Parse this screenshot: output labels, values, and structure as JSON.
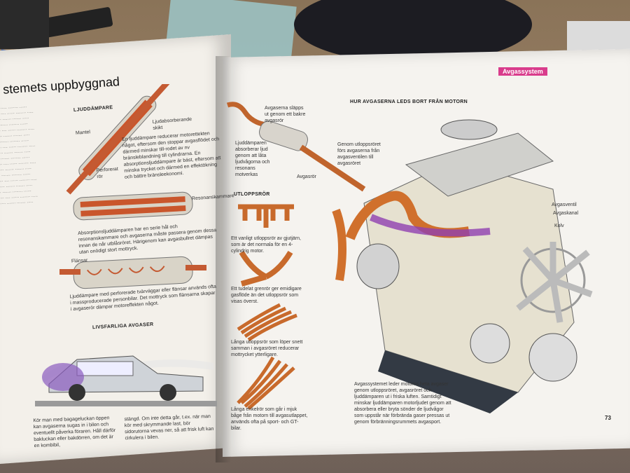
{
  "left_page": {
    "heading": "stemets uppbyggnad",
    "muffler_label": "LJUDDÄMPARE",
    "muffler_parts": [
      "Ljudabsorberande skikt",
      "Mantel",
      "Perforerat rör"
    ],
    "muffler_text": "En ljuddämpare reducerar motorettekten något, eftersom den stoppar avgasflödet och därmed minskar till-rodet av nv bränsleblandning till cylindrarna. En absorptionsljuddämpare är bäst, eftersom att minska trycket och därmed en effektökning och bättre bränsleekonomi.",
    "resonance_label": "Resonanskammare",
    "resonance_text": "Absorptionsljuddämparen har en serie hål och resonanskammare och avgaserna måste passera genom dessa innan de når utblåsröret. Härigenom kan avgasbullret dämpas utan onödigt stort mottryck.",
    "baffle_label": "Flänsar",
    "baffle_text": "Ljuddämpare med perforerade tvärväggar eller flänsar används ofta i massproducerade personbilar. Det mottryck som flänsarna skapar i avgaserör dämpar motoreffekten något.",
    "hazard_label": "LIVSFARLIGA AVGASER",
    "bottom_text_1": "Kör man med bagageluckan öppen kan avgaserna sugas in i bilen och eventuellt påverka föraren. Håll därför bakluckan eller bakdörren, om det är en kombibil,",
    "bottom_text_2": "stängd. Om inte detta går, t.ex. när man kör med skrymmande last, bör sidorutorna vevas ner, så att frisk luft kan cirkulera i bilen."
  },
  "right_page": {
    "tag": "Avgassystem",
    "title": "HUR AVGASERNA LEDS BORT FRÅN MOTORN",
    "labels": {
      "tailpipe": "Avgaserna släpps ut genom ett bakre avgasrör",
      "muffler": "Ljuddämparen absorberar ljud genom att låta ljudvågorna och resonans motverkas",
      "pipe": "Avgasrör",
      "manifold": "Genom utloppsröret förs avgaserna från avgasventilen till avgasröret",
      "exhaust_valve": "Avgasventil",
      "exhaust_port": "Avgaskanal",
      "piston": "Kolv"
    },
    "outlet_heading": "UTLOPPSRÖR",
    "outlet_captions": [
      "Ett vanligt utloppsrör av gjutjärn, som är det normala för en 4-cylindrig motor.",
      "Ett tudelat grenrör ger emidigare gasflöde än det utloppsrör som visas överst.",
      "Långa utloppsrör som löper snett samman i avgasröret reducerar mottrycket ytterligare.",
      "Långa enkelrör som går i mjuk båge från motorn till avgasutlappet, används ofta på sport- och GT-bilar."
    ],
    "system_text": "Avgassystemet leder motorns heta avgaser genom utloppsröret, avgasröret och ljuddämparen ut i friska luften. Samtidigt minskar ljuddämparen motorljudet genom att absorbera eller bryta sönder de ljudvågor som uppstår när förbrända gaser pressas ut genom förbränningsrummets avgasport.",
    "page_number": "73"
  }
}
